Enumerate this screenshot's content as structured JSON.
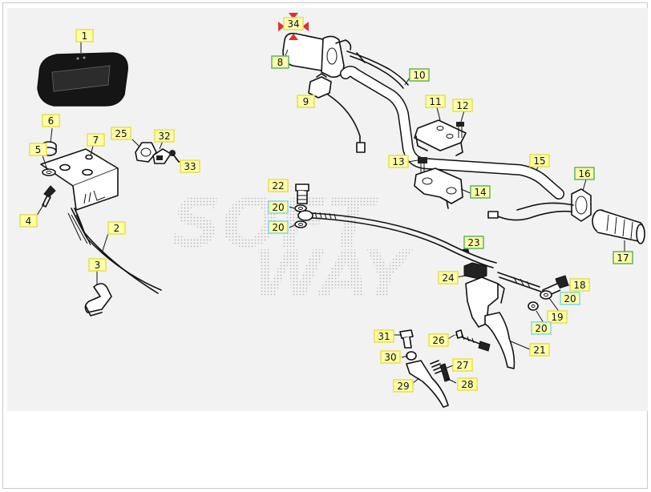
{
  "diagram": {
    "watermark_lines": [
      "SOFT",
      "WAY"
    ],
    "colors": {
      "label_fill": "#ffffa8",
      "label_border_yellow": "#e6df4a",
      "label_border_green": "#63b063",
      "label_border_cyan": "#7fd6e6",
      "highlight_marker": "#e03030"
    },
    "highlighted_callout": "34",
    "callouts": [
      {
        "id": "1",
        "label": "1",
        "style": "yellow"
      },
      {
        "id": "2",
        "label": "2",
        "style": "yellow"
      },
      {
        "id": "3",
        "label": "3",
        "style": "yellow"
      },
      {
        "id": "4",
        "label": "4",
        "style": "yellow"
      },
      {
        "id": "5",
        "label": "5",
        "style": "yellow"
      },
      {
        "id": "6",
        "label": "6",
        "style": "yellow"
      },
      {
        "id": "7",
        "label": "7",
        "style": "yellow"
      },
      {
        "id": "8",
        "label": "8",
        "style": "green"
      },
      {
        "id": "9",
        "label": "9",
        "style": "yellow"
      },
      {
        "id": "10",
        "label": "10",
        "style": "green"
      },
      {
        "id": "11",
        "label": "11",
        "style": "yellow"
      },
      {
        "id": "12",
        "label": "12",
        "style": "yellow"
      },
      {
        "id": "13",
        "label": "13",
        "style": "yellow"
      },
      {
        "id": "14",
        "label": "14",
        "style": "green"
      },
      {
        "id": "15",
        "label": "15",
        "style": "yellow"
      },
      {
        "id": "16",
        "label": "16",
        "style": "green"
      },
      {
        "id": "17",
        "label": "17",
        "style": "green"
      },
      {
        "id": "18",
        "label": "18",
        "style": "yellow"
      },
      {
        "id": "19",
        "label": "19",
        "style": "yellow"
      },
      {
        "id": "20a",
        "label": "20",
        "style": "cyan"
      },
      {
        "id": "20b",
        "label": "20",
        "style": "cyan"
      },
      {
        "id": "20c",
        "label": "20",
        "style": "cyan"
      },
      {
        "id": "20d",
        "label": "20",
        "style": "cyan"
      },
      {
        "id": "21",
        "label": "21",
        "style": "yellow"
      },
      {
        "id": "22",
        "label": "22",
        "style": "yellow"
      },
      {
        "id": "23",
        "label": "23",
        "style": "green"
      },
      {
        "id": "24",
        "label": "24",
        "style": "yellow"
      },
      {
        "id": "25",
        "label": "25",
        "style": "yellow"
      },
      {
        "id": "26",
        "label": "26",
        "style": "yellow"
      },
      {
        "id": "27",
        "label": "27",
        "style": "yellow"
      },
      {
        "id": "28",
        "label": "28",
        "style": "yellow"
      },
      {
        "id": "29",
        "label": "29",
        "style": "yellow"
      },
      {
        "id": "30",
        "label": "30",
        "style": "yellow"
      },
      {
        "id": "31",
        "label": "31",
        "style": "yellow"
      },
      {
        "id": "32",
        "label": "32",
        "style": "yellow"
      },
      {
        "id": "33",
        "label": "33",
        "style": "yellow"
      },
      {
        "id": "34",
        "label": "34",
        "style": "yellow"
      }
    ]
  }
}
